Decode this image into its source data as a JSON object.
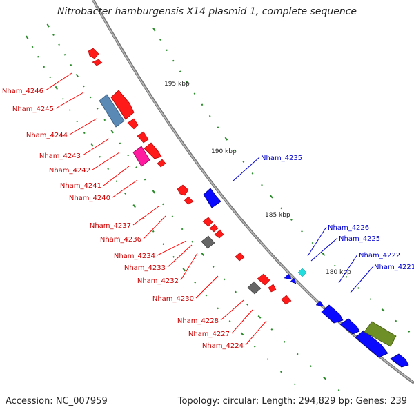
{
  "title": "Nitrobacter hamburgensis X14 plasmid 1, complete sequence",
  "footer": {
    "accession": "Accession: NC_007959",
    "summary": "Topology: circular; Length: 294,829 bp; Genes: 239"
  },
  "scale_labels": [
    "195 kbp",
    "190 kbp",
    "185 kbp",
    "180 kbp"
  ],
  "colors": {
    "backbone": "#888888",
    "tick": "#2a8a2a",
    "reverse_strand_gene": "#ff0000",
    "forward_strand_gene": "#0000ff",
    "reverse_label": "#cc0000",
    "forward_label": "#0000cc"
  },
  "gene_labels_left": [
    "Nham_4246",
    "Nham_4245",
    "Nham_4244",
    "Nham_4243",
    "Nham_4242",
    "Nham_4241",
    "Nham_4240",
    "Nham_4237",
    "Nham_4236",
    "Nham_4234",
    "Nham_4233",
    "Nham_4232",
    "Nham_4230",
    "Nham_4228",
    "Nham_4227",
    "Nham_4224"
  ],
  "gene_labels_right": [
    "Nham_4235",
    "Nham_4226",
    "Nham_4225",
    "Nham_4222",
    "Nham_4221"
  ]
}
